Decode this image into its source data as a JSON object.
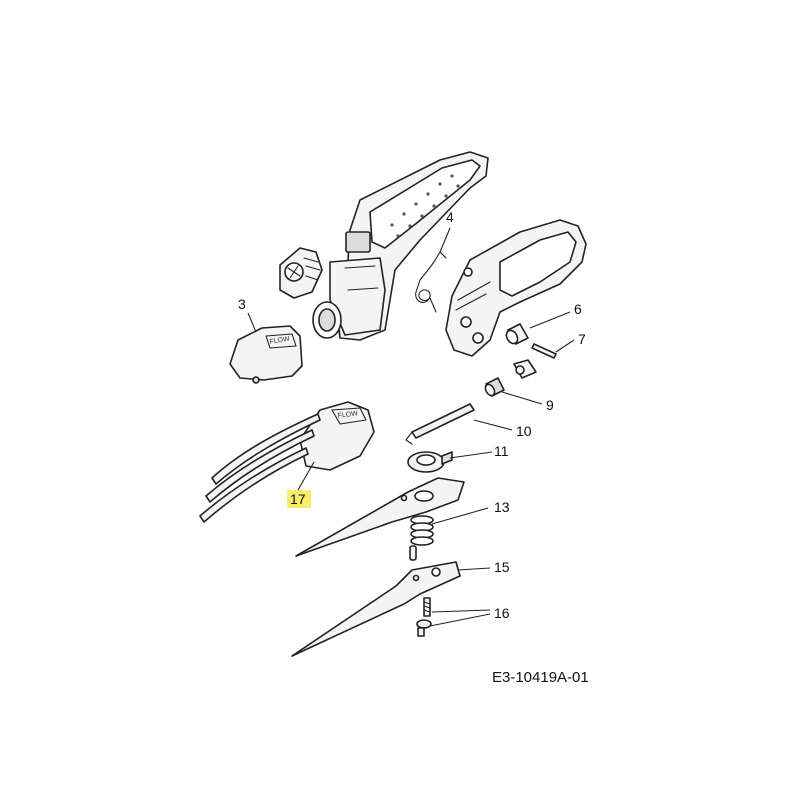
{
  "diagram": {
    "drawing_code": "E3-10419A-01",
    "callouts": {
      "c3": "3",
      "c4": "4",
      "c6": "6",
      "c7": "7",
      "c9": "9",
      "c10": "10",
      "c11": "11",
      "c13": "13",
      "c15": "15",
      "c16": "16",
      "c17": "17"
    },
    "highlighted_callout": "17",
    "highlight_color": "#f6ee6c"
  }
}
